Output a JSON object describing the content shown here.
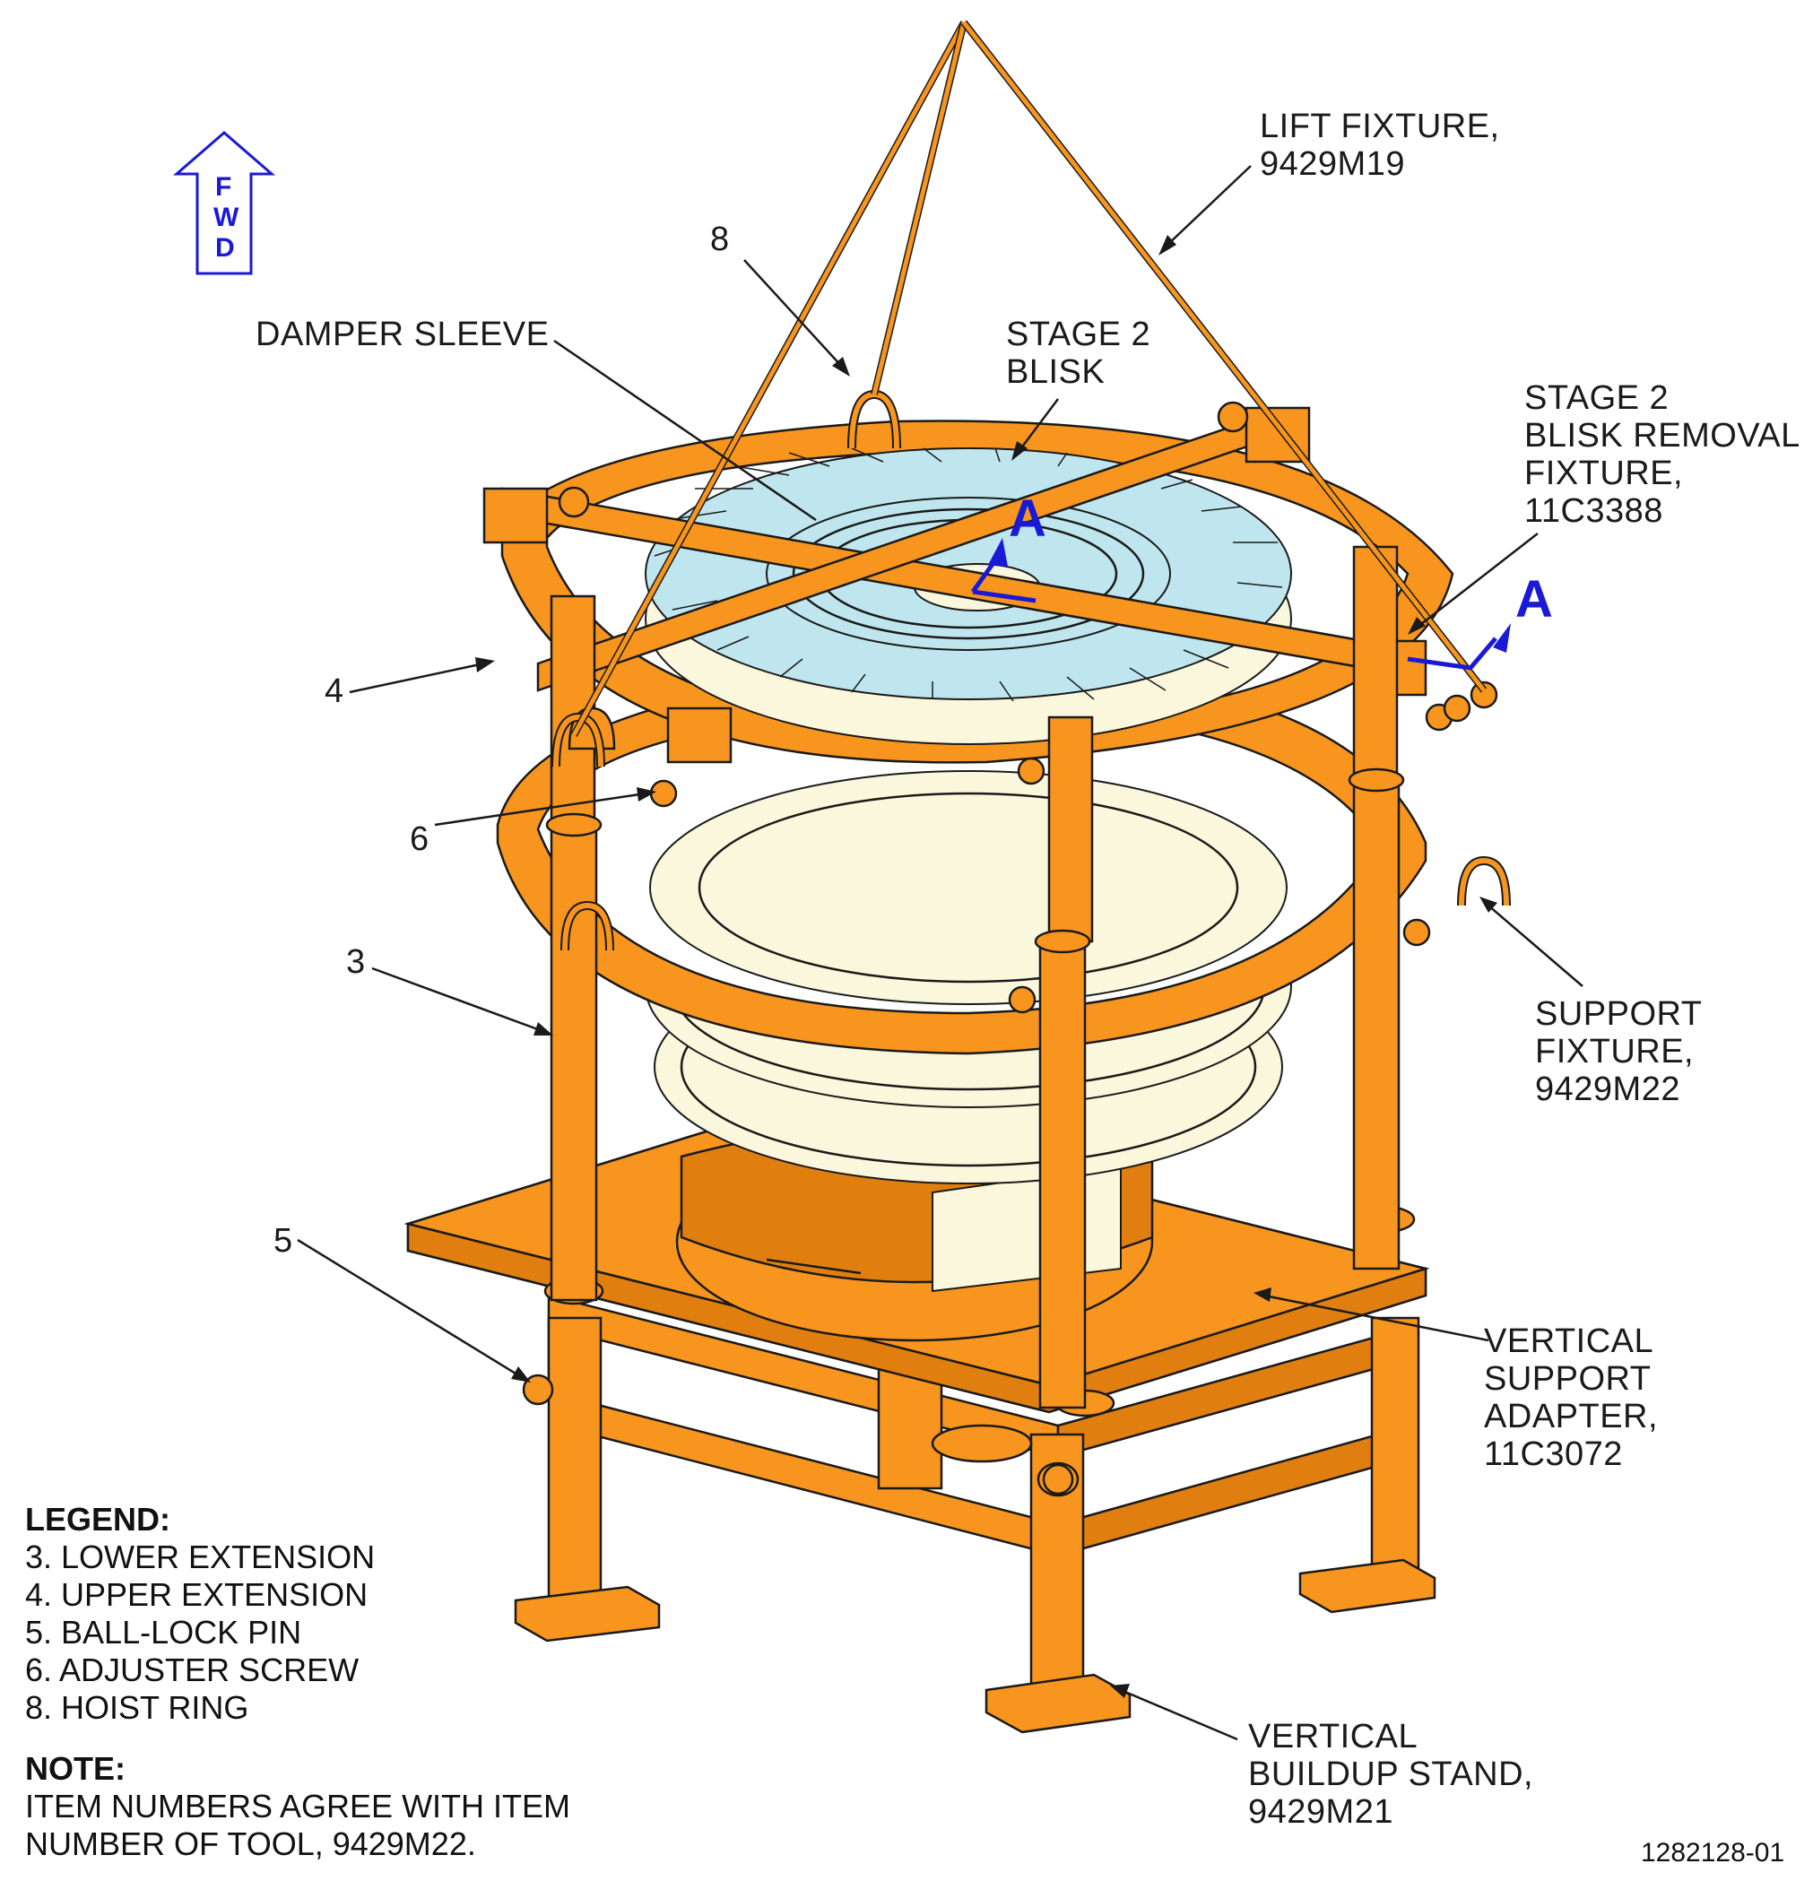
{
  "fwd": {
    "letters": [
      "F",
      "W",
      "D"
    ],
    "color": "#1a1ad6"
  },
  "section_marker": {
    "letter": "A",
    "color": "#1a1ad6"
  },
  "labels": {
    "lift_fixture": [
      "LIFT FIXTURE,",
      "9429M19"
    ],
    "damper_sleeve": [
      "DAMPER SLEEVE"
    ],
    "stage2_blisk": [
      "STAGE 2",
      "BLISK"
    ],
    "blisk_removal": [
      "STAGE 2",
      "BLISK REMOVAL",
      "FIXTURE,",
      "11C3388"
    ],
    "support_fixture": [
      "SUPPORT",
      "FIXTURE,",
      "9429M22"
    ],
    "vertical_support_adapter": [
      "VERTICAL",
      "SUPPORT",
      "ADAPTER,",
      "11C3072"
    ],
    "vertical_buildup_stand": [
      "VERTICAL",
      "BUILDUP STAND,",
      "9429M21"
    ]
  },
  "callouts": {
    "item8": "8",
    "item4": "4",
    "item6": "6",
    "item3": "3",
    "item5": "5"
  },
  "legend": {
    "title": "LEGEND:",
    "items": [
      "3. LOWER EXTENSION",
      "4. UPPER EXTENSION",
      "5. BALL-LOCK PIN",
      "6. ADJUSTER SCREW",
      "8. HOIST RING"
    ]
  },
  "note": {
    "title": "NOTE:",
    "lines": [
      "ITEM NUMBERS AGREE WITH ITEM",
      "NUMBER OF TOOL, 9429M22."
    ]
  },
  "figure_id": "1282128-01",
  "colors": {
    "fixture_orange": "#f7951e",
    "blisk_blue": "#bfe6ee",
    "blade_cream": "#fbf7dc",
    "outline": "#1a1a1a"
  }
}
